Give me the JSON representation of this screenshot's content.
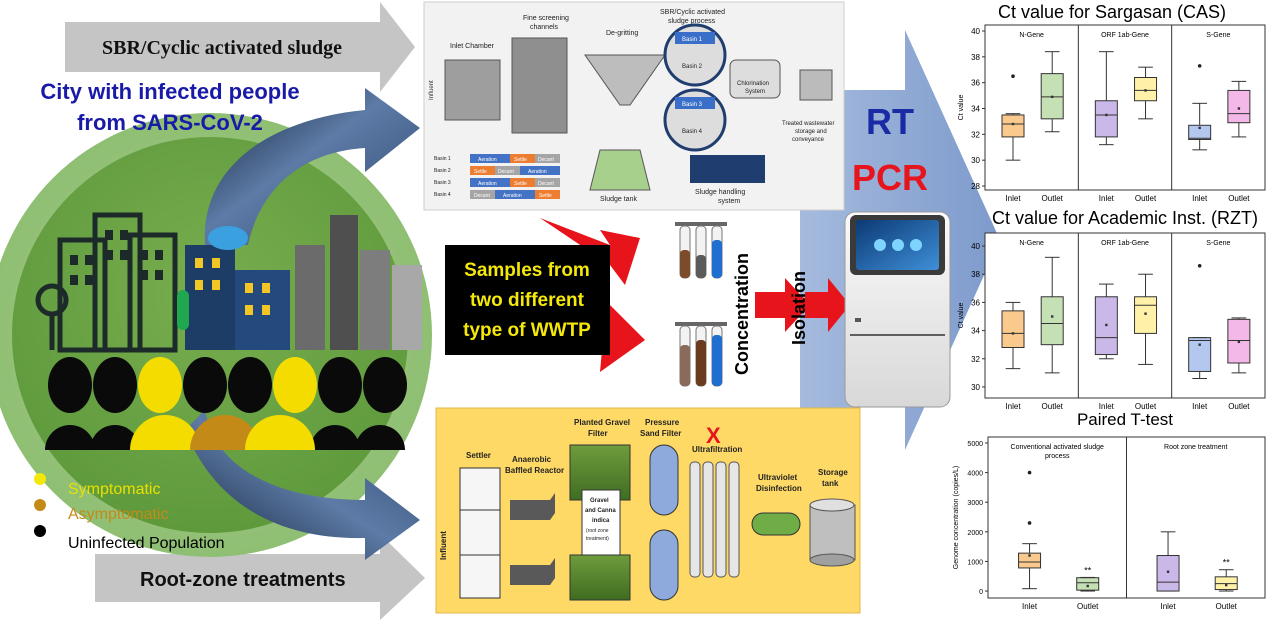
{
  "banners": {
    "sbr": "SBR/Cyclic activated sludge",
    "root_zone": "Root-zone treatments"
  },
  "city": {
    "title_line1": "City with infected people",
    "title_line2": "from SARS-CoV-2"
  },
  "legend": {
    "symptomatic": "Symptomatic",
    "asymptomatic": "Asymptomatic",
    "uninfected": "Uninfected Population"
  },
  "samples": {
    "line1": "Samples from",
    "line2": "two different",
    "line3": "type of WWTP"
  },
  "process": {
    "concentration": "Concentration",
    "isolation": "Isolation",
    "rt": "RT",
    "pcr": "PCR"
  },
  "sbr_plant": {
    "inlet_chamber": "Inlet Chamber",
    "fine_screening_1": "Fine screening",
    "fine_screening_2": "channels",
    "degritting": "De-gritting",
    "sbr_title_1": "SBR/Cyclic activated",
    "sbr_title_2": "sludge process",
    "basin1": "Basin 1",
    "basin2": "Basin 2",
    "basin3": "Basin 3",
    "basin4": "Basin 4",
    "chlorination_1": "Chlorination",
    "chlorination_2": "System",
    "treated_1": "Treated wastewater",
    "treated_2": "storage and",
    "treated_3": "conveyance",
    "sludge_tank": "Sludge tank",
    "sludge_handling_1": "Sludge handling",
    "sludge_handling_2": "system",
    "influent": "Influent",
    "schedule": [
      [
        "Basin 1",
        "Aeration",
        "Settle",
        "Decant"
      ],
      [
        "Basin 2",
        "Settle",
        "Decant",
        "Aeration"
      ],
      [
        "Basin 3",
        "Aeration",
        "Settle",
        "Decant"
      ],
      [
        "Basin 4",
        "Decant",
        "Aeration",
        "Settle"
      ]
    ]
  },
  "root_plant": {
    "settler": "Settler",
    "abr_1": "Anaerobic",
    "abr_2": "Baffled Reactor",
    "planted_1": "Planted Gravel",
    "planted_2": "Filter",
    "gravel_1": "Gravel",
    "gravel_2": "and Canna",
    "gravel_3": "indica",
    "gravel_4": "(root zone",
    "gravel_5": "treatment)",
    "pressure_1": "Pressure",
    "pressure_2": "Sand Filter",
    "ultrafiltration": "Ultrafiltration",
    "uv_1": "Ultraviolet",
    "uv_2": "Disinfection",
    "storage_1": "Storage",
    "storage_2": "tank",
    "influent": "Influent",
    "cross": "X"
  },
  "chart_data": [
    {
      "type": "box",
      "title": "Ct value for Sargasan (CAS)",
      "ylabel": "Ct value",
      "ylim": [
        28,
        40
      ],
      "yticks": [
        "28",
        "30",
        "32",
        "34",
        "36",
        "38",
        "40"
      ],
      "groups": [
        "N-Gene",
        "ORF 1ab-Gene",
        "S-Gene"
      ],
      "categories": [
        "Inlet",
        "Outlet"
      ],
      "boxes": [
        {
          "group": "N-Gene",
          "category": "Inlet",
          "color": "#f9c98d",
          "min": 30.0,
          "q1": 31.8,
          "median": 32.8,
          "q3": 33.5,
          "max": 33.6,
          "mean": 32.8,
          "outlier": 36.5
        },
        {
          "group": "N-Gene",
          "category": "Outlet",
          "color": "#c5e0b4",
          "min": 32.2,
          "q1": 33.2,
          "median": 34.9,
          "q3": 36.7,
          "max": 38.4,
          "mean": 34.9
        },
        {
          "group": "ORF 1ab-Gene",
          "category": "Inlet",
          "color": "#c9b8e8",
          "min": 31.2,
          "q1": 31.8,
          "median": 33.5,
          "q3": 34.6,
          "max": 38.4,
          "mean": 33.5
        },
        {
          "group": "ORF 1ab-Gene",
          "category": "Outlet",
          "color": "#fff2a8",
          "min": 33.2,
          "q1": 34.6,
          "median": 35.4,
          "q3": 36.4,
          "max": 37.2,
          "mean": 35.4
        },
        {
          "group": "S-Gene",
          "category": "Inlet",
          "color": "#b4c7ee",
          "min": 30.8,
          "q1": 31.6,
          "median": 31.7,
          "q3": 32.7,
          "max": 34.4,
          "mean": 32.5,
          "outlier": 37.3
        },
        {
          "group": "S-Gene",
          "category": "Outlet",
          "color": "#f4b8e8",
          "min": 31.8,
          "q1": 32.9,
          "median": 33.6,
          "q3": 35.4,
          "max": 36.1,
          "mean": 34.0
        }
      ]
    },
    {
      "type": "box",
      "title": "Ct value for Academic Inst. (RZT)",
      "ylabel": "Ct value",
      "ylim": [
        29.5,
        40.5
      ],
      "yticks": [
        "30",
        "32",
        "34",
        "36",
        "38",
        "40"
      ],
      "groups": [
        "N-Gene",
        "ORF 1ab-Gene",
        "S-Gene"
      ],
      "categories": [
        "Inlet",
        "Outlet"
      ],
      "boxes": [
        {
          "group": "N-Gene",
          "category": "Inlet",
          "color": "#f9c98d",
          "min": 31.3,
          "q1": 32.8,
          "median": 33.8,
          "q3": 35.4,
          "max": 36.0,
          "mean": 33.8
        },
        {
          "group": "N-Gene",
          "category": "Outlet",
          "color": "#c5e0b4",
          "min": 31.0,
          "q1": 33.0,
          "median": 34.5,
          "q3": 36.4,
          "max": 39.2,
          "mean": 35.0
        },
        {
          "group": "ORF 1ab-Gene",
          "category": "Inlet",
          "color": "#c9b8e8",
          "min": 32.0,
          "q1": 32.3,
          "median": 33.5,
          "q3": 36.4,
          "max": 37.3,
          "mean": 34.4
        },
        {
          "group": "ORF 1ab-Gene",
          "category": "Outlet",
          "color": "#fff2a8",
          "min": 31.6,
          "q1": 33.8,
          "median": 35.8,
          "q3": 36.4,
          "max": 38.0,
          "mean": 35.2
        },
        {
          "group": "S-Gene",
          "category": "Inlet",
          "color": "#b4c7ee",
          "min": 30.6,
          "q1": 31.1,
          "median": 33.3,
          "q3": 33.5,
          "max": 33.5,
          "mean": 33.0,
          "outlier": 38.6
        },
        {
          "group": "S-Gene",
          "category": "Outlet",
          "color": "#f4b8e8",
          "min": 31.0,
          "q1": 31.7,
          "median": 33.3,
          "q3": 34.8,
          "max": 34.9,
          "mean": 33.2
        }
      ]
    },
    {
      "type": "box",
      "title": "Paired T-test",
      "ylabel": "Genome concentration (copies/L)",
      "ylim": [
        -100,
        5000
      ],
      "yticks": [
        "0",
        "1000",
        "2000",
        "3000",
        "4000",
        "5000"
      ],
      "groups": [
        "Conventional activated sludge process",
        "Root zone treatment"
      ],
      "categories": [
        "Inlet",
        "Outlet"
      ],
      "significance": "**",
      "boxes": [
        {
          "group": "Conventional activated sludge process",
          "category": "Inlet",
          "color": "#f9c98d",
          "min": 80,
          "q1": 780,
          "median": 980,
          "q3": 1280,
          "max": 1600,
          "mean": 1200,
          "outliers": [
            2300,
            4000
          ]
        },
        {
          "group": "Conventional activated sludge process",
          "category": "Outlet",
          "color": "#c5e0b4",
          "min": 0,
          "q1": 30,
          "median": 280,
          "q3": 450,
          "max": 460,
          "mean": 170,
          "sig": "**"
        },
        {
          "group": "Root zone treatment",
          "category": "Inlet",
          "color": "#c9b8e8",
          "min": 0,
          "q1": 0,
          "median": 300,
          "q3": 1200,
          "max": 2000,
          "mean": 650
        },
        {
          "group": "Root zone treatment",
          "category": "Outlet",
          "color": "#fff2a8",
          "min": 0,
          "q1": 50,
          "median": 250,
          "q3": 480,
          "max": 720,
          "mean": 200,
          "sig": "**"
        }
      ]
    }
  ]
}
